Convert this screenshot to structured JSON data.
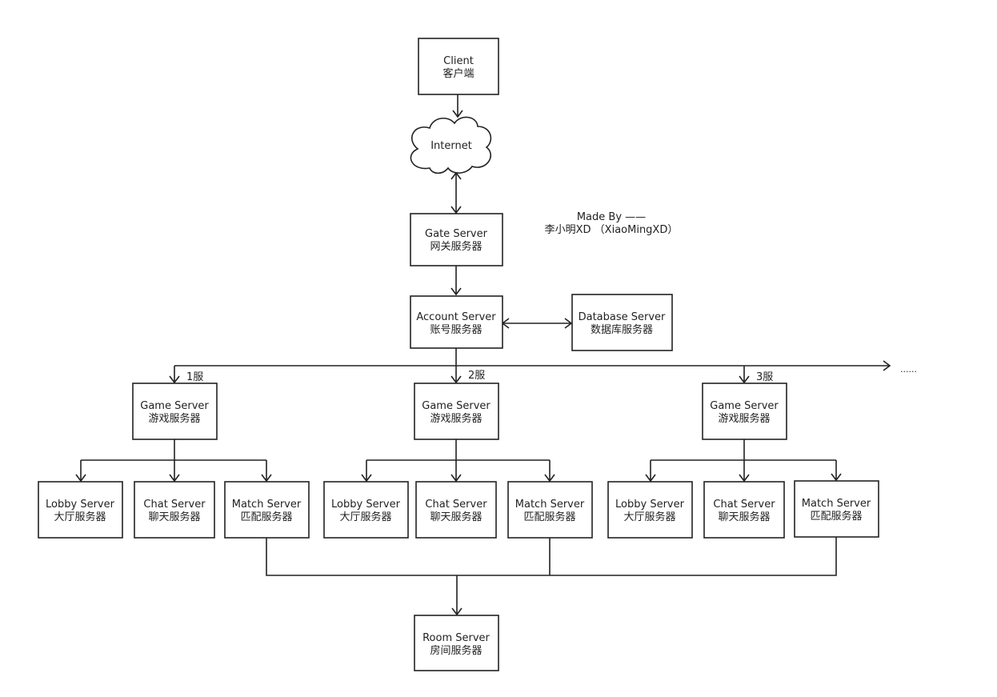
{
  "nodes": {
    "client": {
      "title": "Client",
      "subtitle": "客户端"
    },
    "internet": {
      "title": "Internet"
    },
    "gate": {
      "title": "Gate Server",
      "subtitle": "网关服务器"
    },
    "account": {
      "title": "Account Server",
      "subtitle": "账号服务器"
    },
    "database": {
      "title": "Database Server",
      "subtitle": "数据库服务器"
    },
    "game1": {
      "title": "Game Server",
      "subtitle": "游戏服务器"
    },
    "game2": {
      "title": "Game Server",
      "subtitle": "游戏服务器"
    },
    "game3": {
      "title": "Game Server",
      "subtitle": "游戏服务器"
    },
    "lobby1": {
      "title": "Lobby Server",
      "subtitle": "大厅服务器"
    },
    "chat1": {
      "title": "Chat Server",
      "subtitle": "聊天服务器"
    },
    "match1": {
      "title": "Match Server",
      "subtitle": "匹配服务器"
    },
    "lobby2": {
      "title": "Lobby Server",
      "subtitle": "大厅服务器"
    },
    "chat2": {
      "title": "Chat Server",
      "subtitle": "聊天服务器"
    },
    "match2": {
      "title": "Match Server",
      "subtitle": "匹配服务器"
    },
    "lobby3": {
      "title": "Lobby Server",
      "subtitle": "大厅服务器"
    },
    "chat3": {
      "title": "Chat Server",
      "subtitle": "聊天服务器"
    },
    "match3": {
      "title": "Match Server",
      "subtitle": "匹配服务器"
    },
    "room": {
      "title": "Room Server",
      "subtitle": "房间服务器"
    }
  },
  "branch_labels": {
    "s1": "1服",
    "s2": "2服",
    "s3": "3服",
    "more": "......"
  },
  "credit": {
    "line1": "Made By ——",
    "line2": "李小明XD （XiaoMingXD）"
  },
  "colors": {
    "stroke": "#222222",
    "background": "#ffffff"
  }
}
